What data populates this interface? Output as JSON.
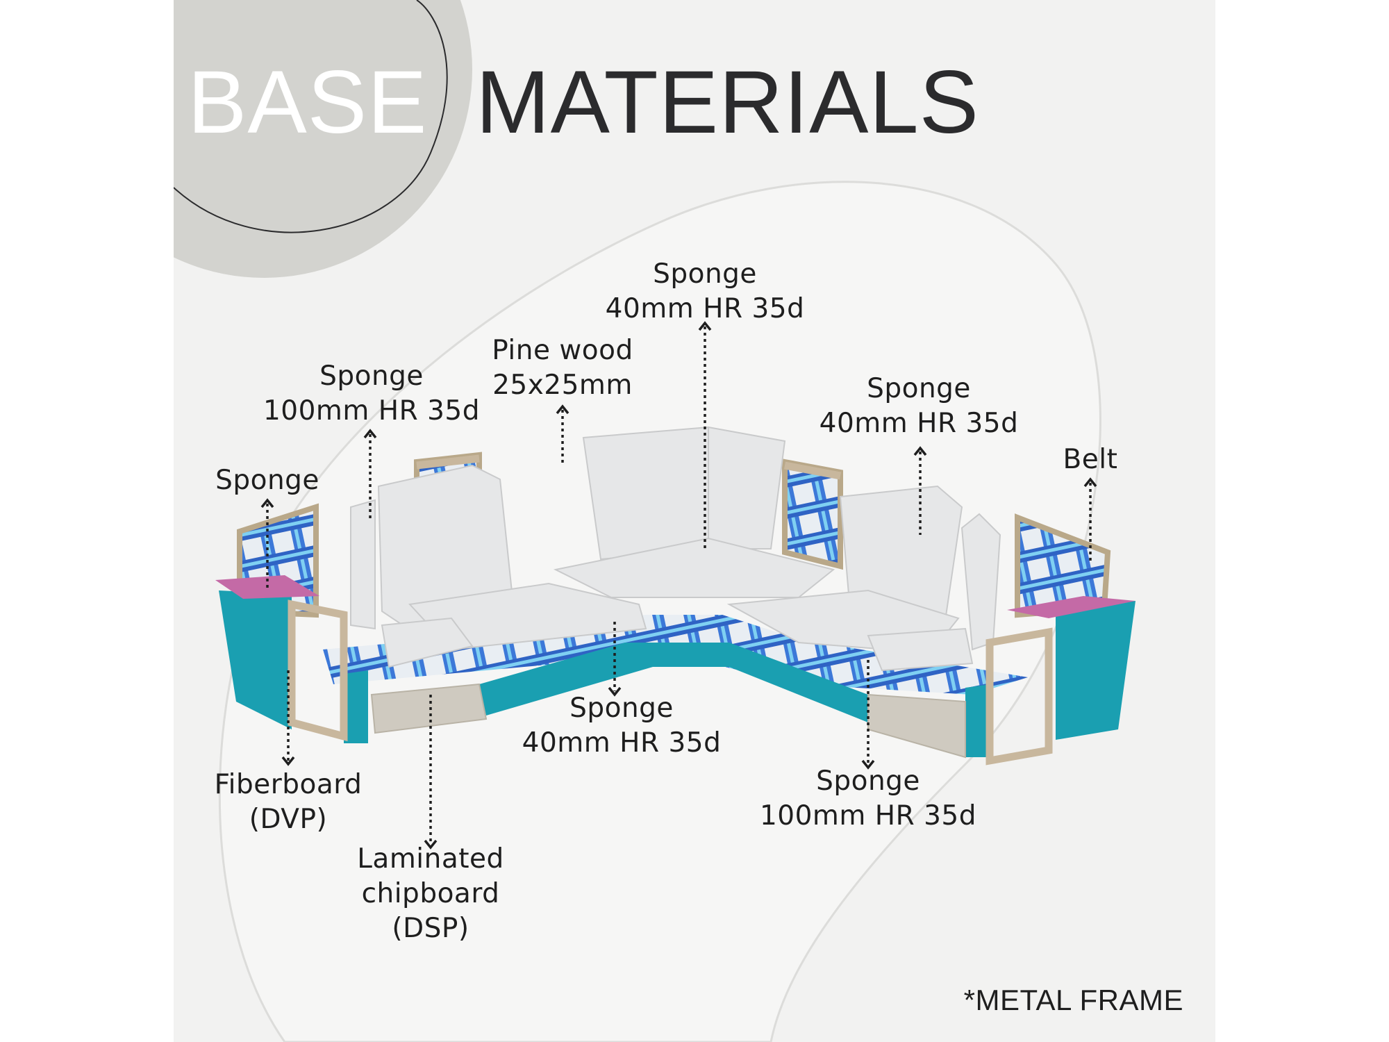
{
  "title": {
    "word1": "BASE",
    "word2": "MATERIALS"
  },
  "footnote": "*METAL FRAME",
  "colors": {
    "panel_bg": "#f2f2f1",
    "accent_circle": "#d3d3cf",
    "foam": "#e6e7e8",
    "teal_board": "#1a9fb1",
    "wood_frame": "#c8b79d",
    "belt_blue": "#3c78d8",
    "belt_light": "#78c8f0",
    "armrest_pink": "#c46aa6",
    "chipboard": "#cfcac0"
  },
  "callouts": [
    {
      "id": "sponge-back-left",
      "text": "Sponge\n100mm HR 35d"
    },
    {
      "id": "pine-wood",
      "text": "Pine wood\n25x25mm"
    },
    {
      "id": "sponge-corner-back",
      "text": "Sponge\n40mm HR 35d"
    },
    {
      "id": "sponge-back-right",
      "text": "Sponge\n40mm HR 35d"
    },
    {
      "id": "sponge-arm-left",
      "text": "Sponge"
    },
    {
      "id": "belt",
      "text": "Belt"
    },
    {
      "id": "sponge-seat",
      "text": "Sponge\n40mm HR 35d"
    },
    {
      "id": "sponge-seat-right",
      "text": "Sponge\n100mm HR 35d"
    },
    {
      "id": "fiberboard",
      "text": "Fiberboard\n(DVP)"
    },
    {
      "id": "chipboard",
      "text": "Laminated\nchipboard\n(DSP)"
    }
  ]
}
